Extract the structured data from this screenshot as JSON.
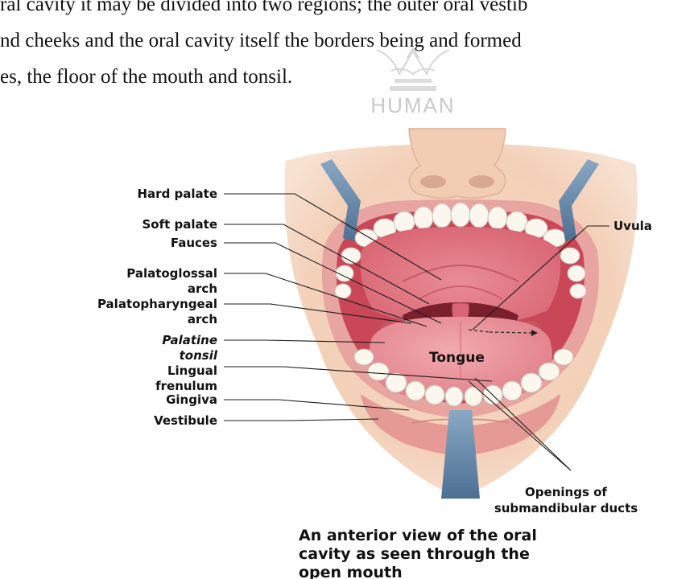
{
  "paragraph": {
    "line1": "ral cavity it may be divided into two regions; the outer oral vestib",
    "line2": "nd cheeks and the oral cavity itself the borders being and formed",
    "line3": "es, the floor of the mouth and tonsil."
  },
  "watermark": {
    "text": "HUMAN"
  },
  "diagram": {
    "labels": {
      "hard_palate": "Hard palate",
      "soft_palate": "Soft palate",
      "fauces": "Fauces",
      "palatoglossal_1": "Palatoglossal",
      "palatoglossal_2": "arch",
      "palatopharyngeal_1": "Palatopharyngeal",
      "palatopharyngeal_2": "arch",
      "palatine_tonsil_1": "Palatine",
      "palatine_tonsil_2": "tonsil",
      "lingual_frenulum_1": "Lingual",
      "lingual_frenulum_2": "frenulum",
      "gingiva": "Gingiva",
      "vestibule": "Vestibule",
      "uvula": "Uvula",
      "tongue": "Tongue",
      "openings_1": "Openings of",
      "openings_2": "submandibular ducts"
    },
    "caption": {
      "line1": "An anterior view of the oral",
      "line2": "cavity as seen through the",
      "line3": "open mouth"
    }
  }
}
